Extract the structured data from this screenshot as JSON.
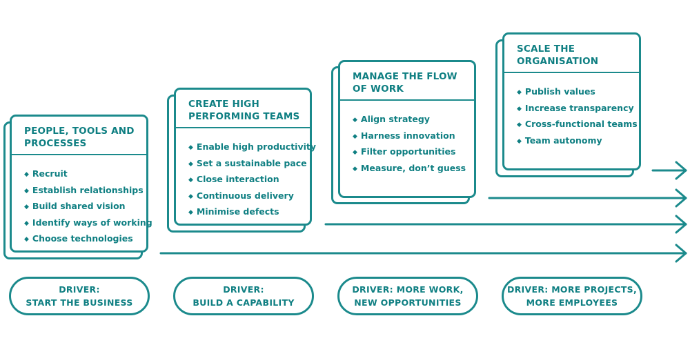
{
  "stages": [
    {
      "title": "PEOPLE, TOOLS AND\nPROCESSES",
      "items": [
        "Recruit",
        "Establish relationships",
        "Build shared vision",
        "Identify ways of working",
        "Choose technologies"
      ],
      "driver": "DRIVER:\nSTART THE BUSINESS"
    },
    {
      "title": "CREATE HIGH\nPERFORMING TEAMS",
      "items": [
        "Enable high productivity",
        "Set a sustainable pace",
        "Close interaction",
        "Continuous delivery",
        "Minimise defects"
      ],
      "driver": "DRIVER:\nBUILD A CAPABILITY"
    },
    {
      "title": "MANAGE THE FLOW\nOF WORK",
      "items": [
        "Align strategy",
        "Harness innovation",
        "Filter opportunities",
        "Measure, don’t guess"
      ],
      "driver": "DRIVER: MORE WORK,\nNEW OPPORTUNITIES"
    },
    {
      "title": "SCALE THE\nORGANISATION",
      "items": [
        "Publish values",
        "Increase transparency",
        "Cross-functional teams",
        "Team autonomy"
      ],
      "driver": "DRIVER: MORE PROJECTS,\nMORE EMPLOYEES"
    }
  ],
  "colors": {
    "accent": "#1b8a8c",
    "text": "#0f7f82"
  }
}
